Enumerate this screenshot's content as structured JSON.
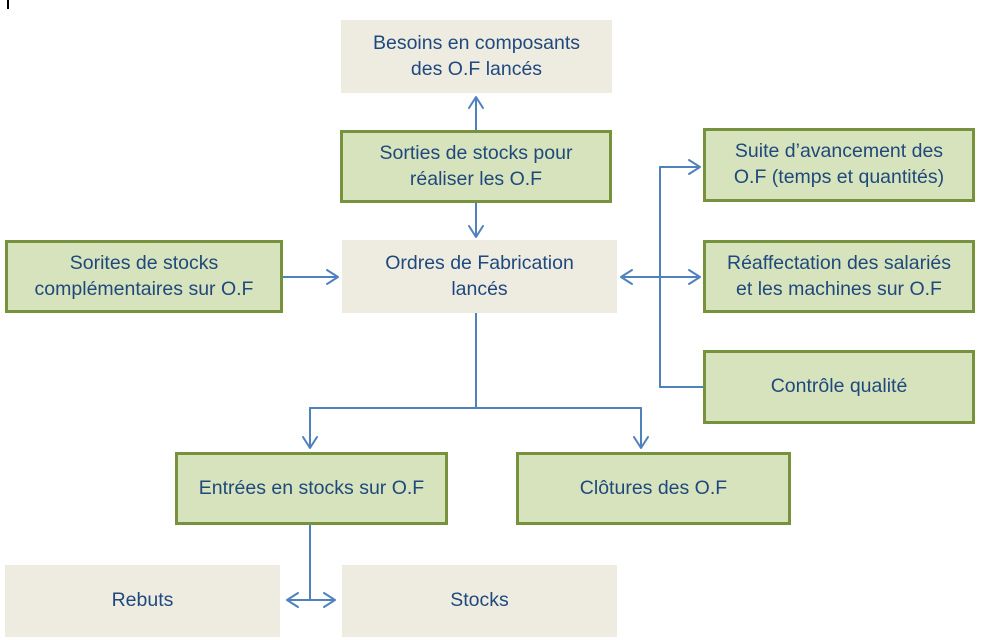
{
  "colors": {
    "arrow_blue": "#4f81bd",
    "green_box_fill": "#d6e3bc",
    "green_box_border": "#76923c",
    "beige_box_fill": "#eeece1",
    "text_navy": "#1f497d"
  },
  "nodes": {
    "besoins": {
      "label": "Besoins en composants\ndes O.F  lancés"
    },
    "sorties_stocks": {
      "label": "Sorties de stocks pour\nréaliser les O.F"
    },
    "sorites_complementaires": {
      "label": "Sorites de stocks\ncomplémentaires sur O.F"
    },
    "ordres_fabrication": {
      "label": "Ordres de Fabrication\nlancés"
    },
    "suite_avancement": {
      "label": "Suite d’avancement des\nO.F (temps et quantités)"
    },
    "reaffectation": {
      "label": "Réaffectation des salariés\net les machines sur O.F"
    },
    "controle_qualite": {
      "label": "Contrôle qualité"
    },
    "entrees_stocks": {
      "label": "Entrées en stocks sur O.F"
    },
    "clotures": {
      "label": "Clôtures des O.F"
    },
    "rebuts": {
      "label": "Rebuts"
    },
    "stocks": {
      "label": "Stocks"
    }
  }
}
